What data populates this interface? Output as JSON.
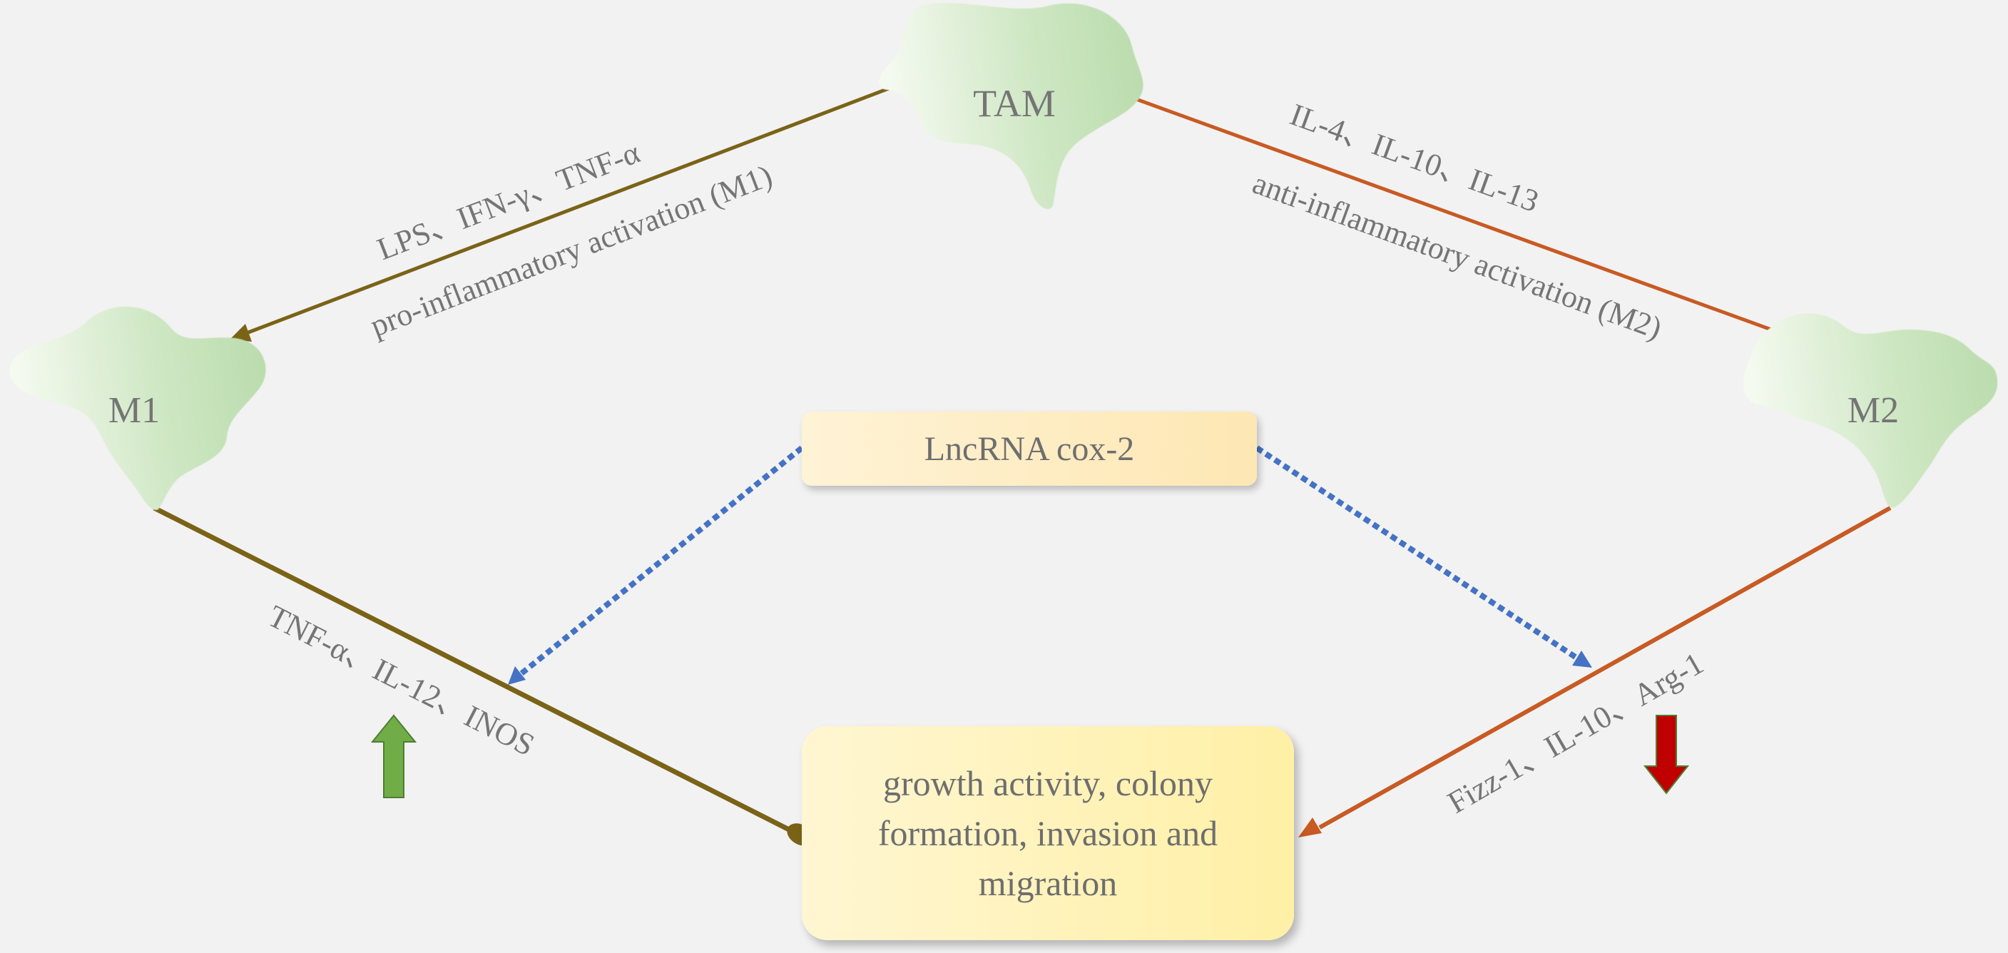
{
  "cells": {
    "tam": "TAM",
    "m1": "M1",
    "m2": "M2"
  },
  "pathways": {
    "m1_stimuli": "LPS、IFN-γ、TNF-α",
    "m1_activation": "pro-inflammatory activation (M1)",
    "m2_stimuli": "IL-4、IL-10、IL-13",
    "m2_activation": "anti-inflammatory activation (M2)",
    "m1_markers": "TNF-α、IL-12、INOS",
    "m2_markers": "Fizz-1、IL-10、Arg-1"
  },
  "regulator": "LncRNA cox-2",
  "outcome": "growth activity, colony formation, invasion and migration",
  "colors": {
    "background": "#f2f2f2",
    "m1_pathway": "#7a6317",
    "m2_pathway": "#c85a23",
    "regulation": "#4472c4",
    "cell_fill_light": "#f5faf0",
    "cell_fill_dark": "#b9dcac",
    "up_arrow": "#70ad47",
    "down_arrow": "#c00000"
  },
  "icons": {
    "m1_trend": "up-arrow-icon",
    "m2_trend": "down-arrow-icon"
  }
}
